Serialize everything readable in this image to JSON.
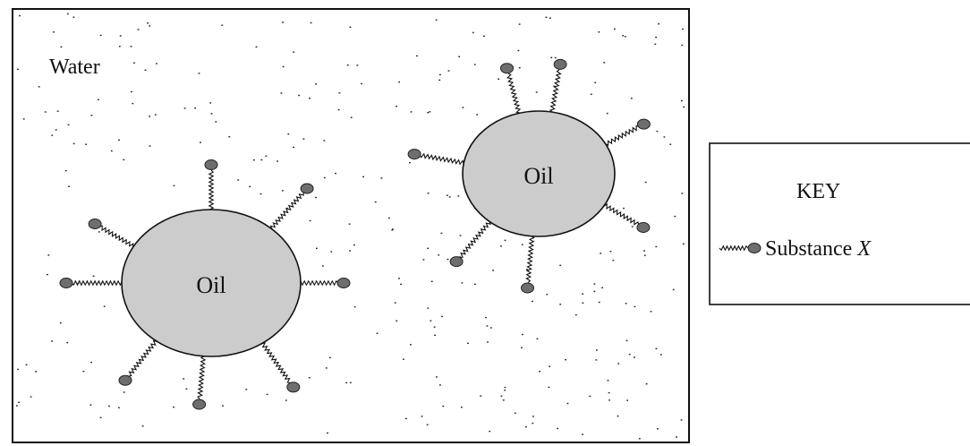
{
  "water_label": "Water",
  "droplets": [
    {
      "label": "Oil"
    },
    {
      "label": "Oil"
    }
  ],
  "key": {
    "title": "KEY",
    "entry_label": "Substance ",
    "entry_label_italic": "X"
  },
  "colors": {
    "oil_fill": "#cccccc",
    "molecule_head": "#6e6e6e",
    "line": "#111111",
    "background": "#ffffff"
  }
}
